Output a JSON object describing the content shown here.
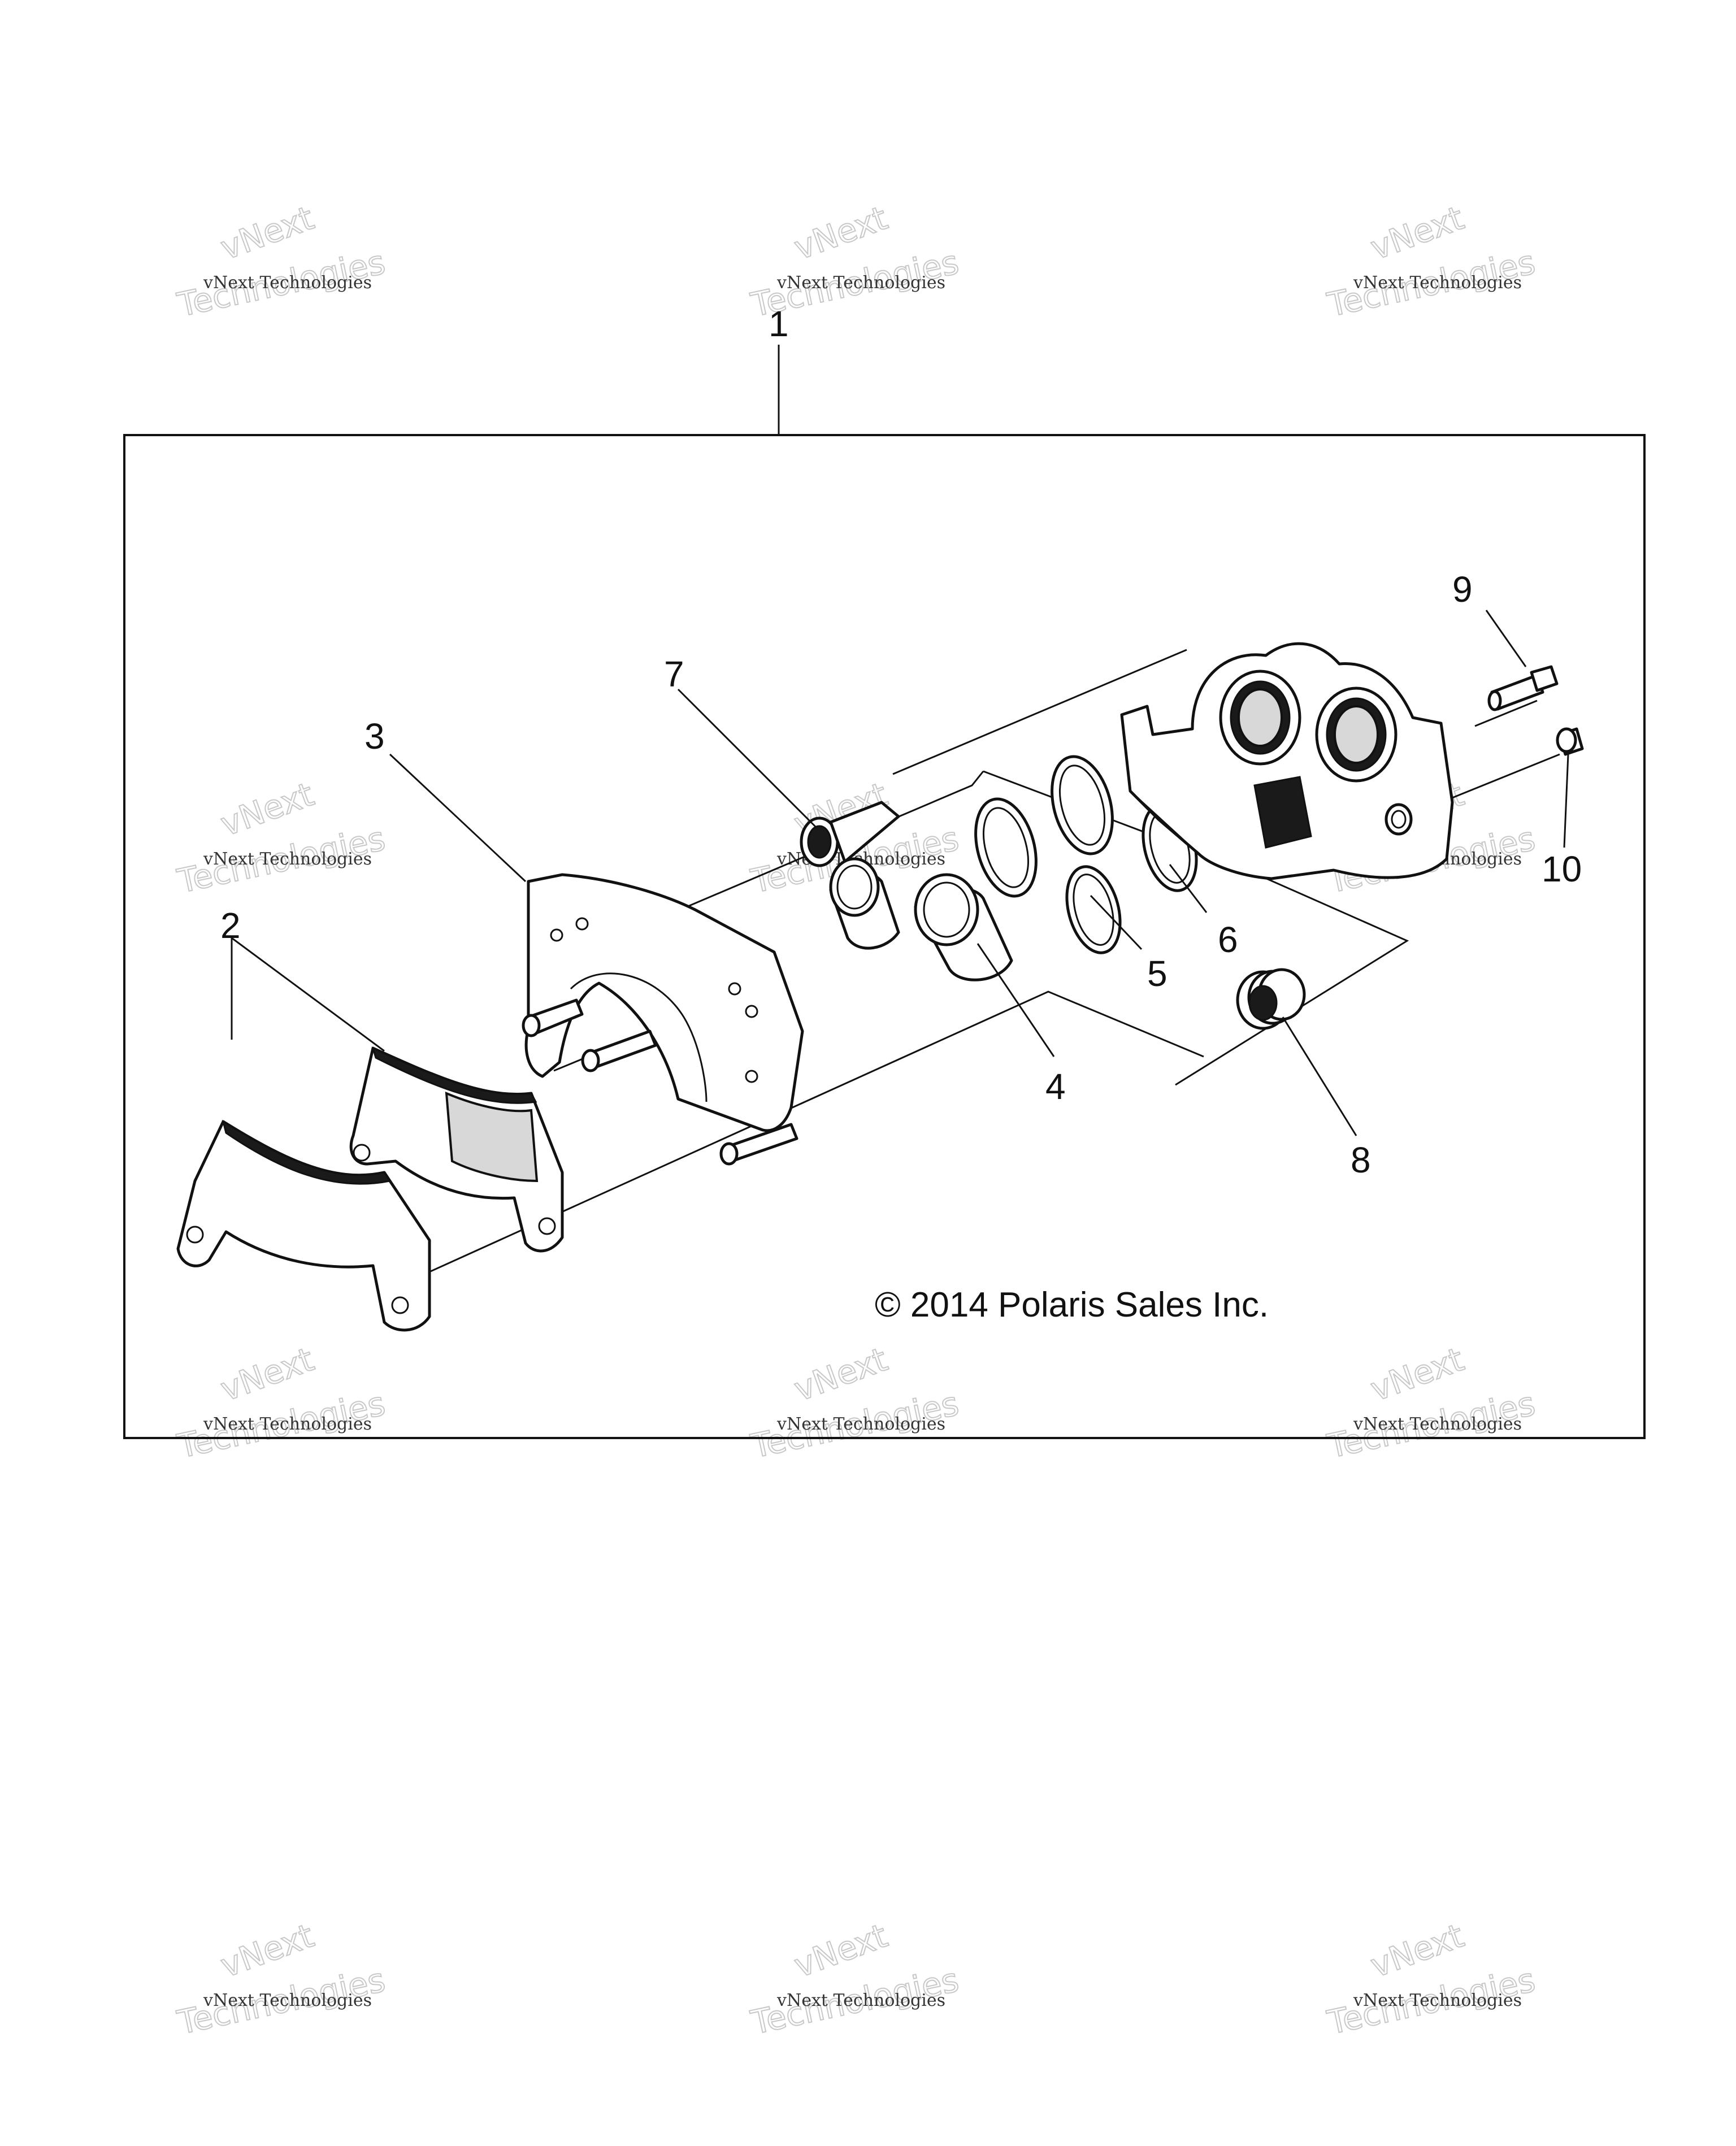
{
  "diagram": {
    "callouts": [
      "1",
      "2",
      "3",
      "4",
      "5",
      "6",
      "7",
      "8",
      "9",
      "10"
    ],
    "copyright": "© 2014 Polaris Sales Inc."
  },
  "watermark": {
    "line1": "vNext Technologies",
    "line2": "vNext",
    "line3": "Technologies"
  }
}
